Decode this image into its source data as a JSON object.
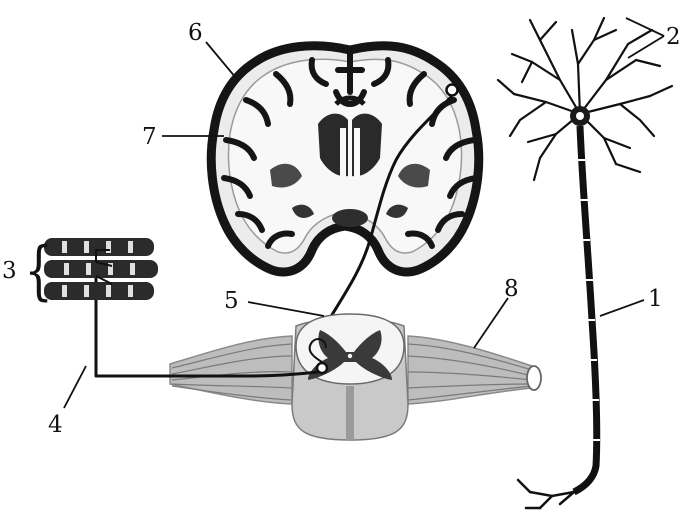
{
  "labels": {
    "one": "1",
    "two": "2",
    "three": "3",
    "four": "4",
    "five": "5",
    "six": "6",
    "seven": "7",
    "eight": "8"
  },
  "colors": {
    "ink": "#111111",
    "brain_fill": "#efefef",
    "gray_matter": "#8c8c8c",
    "white_matter": "#f7f7f7",
    "cord_fill": "#c2c2c2",
    "paper": "#ffffff"
  }
}
